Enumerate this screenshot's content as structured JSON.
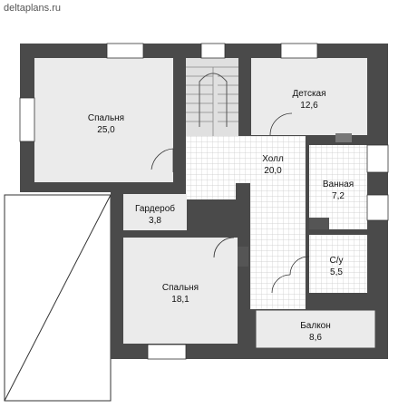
{
  "watermark": "deltaplans.ru",
  "rooms": {
    "bedroom_large": {
      "name": "Спальня",
      "area": "25,0"
    },
    "kids_room": {
      "name": "Детская",
      "area": "12,6"
    },
    "hall": {
      "name": "Холл",
      "area": "20,0"
    },
    "bathroom": {
      "name": "Ванная",
      "area": "7,2"
    },
    "wardrobe": {
      "name": "Гардероб",
      "area": "3,8"
    },
    "toilet": {
      "name": "С/у",
      "area": "5,5"
    },
    "bedroom_small": {
      "name": "Спальня",
      "area": "18,1"
    },
    "balcony": {
      "name": "Балкон",
      "area": "8,6"
    }
  },
  "colors": {
    "wall": "#4a4a4a",
    "floor_room": "#ebebeb",
    "tile_line": "#c9c9c9",
    "roof": "#ffffff"
  }
}
